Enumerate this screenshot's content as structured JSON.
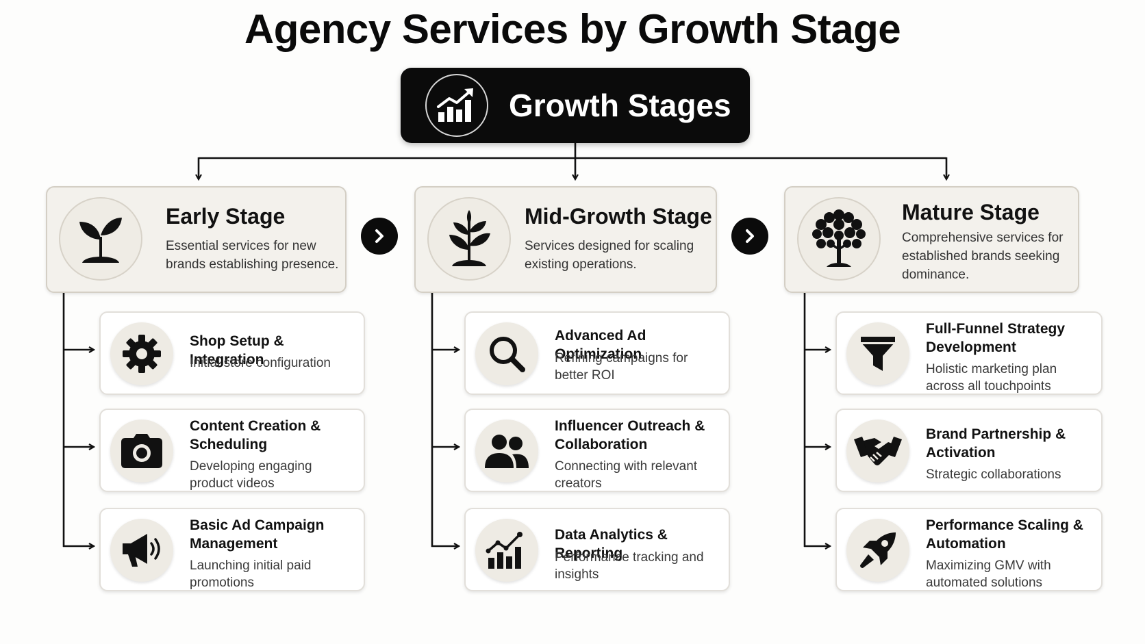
{
  "title": "Agency Services by Growth Stage",
  "root": {
    "label": "Growth Stages",
    "icon": "growth-chart-icon"
  },
  "stages": [
    {
      "title": "Early Stage",
      "description": "Essential services for new brands establishing presence.",
      "icon": "sprout-icon",
      "services": [
        {
          "title": "Shop Setup & Integration",
          "description": "Initial store configuration",
          "icon": "gear-icon"
        },
        {
          "title": "Content Creation & Scheduling",
          "description": "Developing engaging product videos",
          "icon": "camera-icon"
        },
        {
          "title": "Basic Ad Campaign Management",
          "description": "Launching initial paid promotions",
          "icon": "megaphone-icon"
        }
      ]
    },
    {
      "title": "Mid-Growth Stage",
      "description": "Services designed for scaling existing operations.",
      "icon": "young-plant-icon",
      "services": [
        {
          "title": "Advanced Ad Optimization",
          "description": "Refining campaigns for better ROI",
          "icon": "magnifier-icon"
        },
        {
          "title": "Influencer Outreach & Collaboration",
          "description": "Connecting with relevant creators",
          "icon": "people-icon"
        },
        {
          "title": "Data Analytics & Reporting",
          "description": "Performance tracking and insights",
          "icon": "analytics-chart-icon"
        }
      ]
    },
    {
      "title": "Mature Stage",
      "description": "Comprehensive services for established brands seeking dominance.",
      "icon": "tree-icon",
      "services": [
        {
          "title": "Full-Funnel Strategy Development",
          "description": "Holistic marketing plan across all touchpoints",
          "icon": "funnel-icon"
        },
        {
          "title": "Brand Partnership & Activation",
          "description": "Strategic collaborations",
          "icon": "handshake-icon"
        },
        {
          "title": "Performance Scaling & Automation",
          "description": "Maximizing GMV with automated solutions",
          "icon": "rocket-icon"
        }
      ]
    }
  ],
  "colors": {
    "dark": "#0b0b0b",
    "stage_bg": "#f3f1ec",
    "icon_bg": "#eeebe4",
    "card_bg": "#ffffff"
  }
}
